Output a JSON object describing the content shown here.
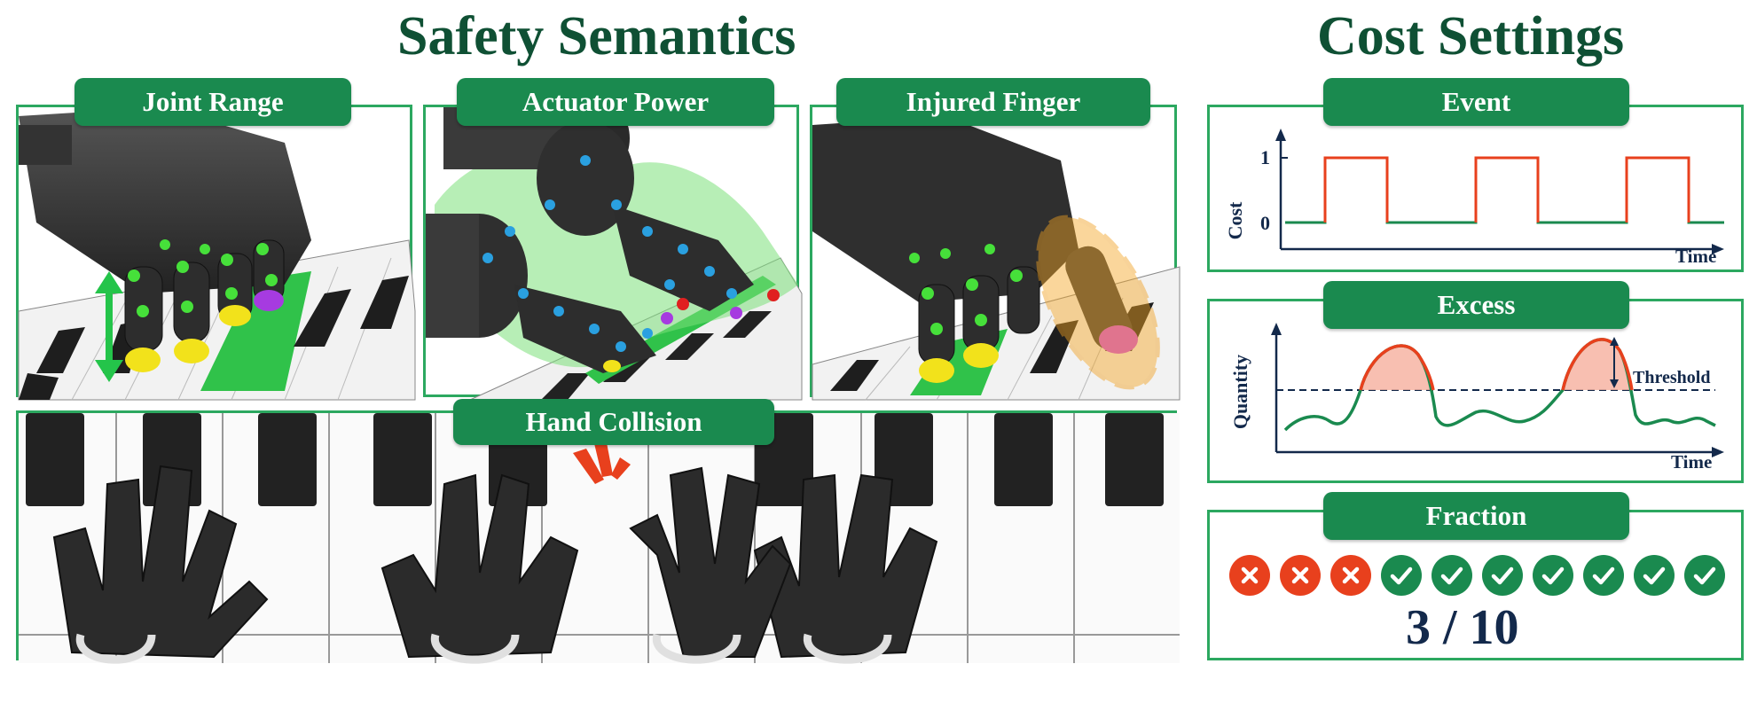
{
  "left_title": "Safety Semantics",
  "right_title": "Cost Settings",
  "semantics": {
    "joint_range": "Joint Range",
    "actuator_power": "Actuator Power",
    "injured_finger": "Injured Finger",
    "hand_collision": "Hand Collision"
  },
  "event": {
    "label": "Event",
    "ylabel": "Cost",
    "xlabel": "Time",
    "tick_1": "1",
    "tick_0": "0"
  },
  "excess": {
    "label": "Excess",
    "ylabel": "Quantity",
    "xlabel": "Time",
    "threshold": "Threshold"
  },
  "fraction": {
    "label": "Fraction",
    "ratio": "3 / 10",
    "violations": 3,
    "total": 10
  },
  "colors": {
    "accent_green": "#1a8a4f",
    "title_green": "#0f5034",
    "violation_red": "#e8401d",
    "axis_navy": "#13294b"
  },
  "icons": [
    "robot-hand-icon",
    "piano-keys-icon",
    "cross-icon",
    "check-icon",
    "double-arrow-icon"
  ]
}
